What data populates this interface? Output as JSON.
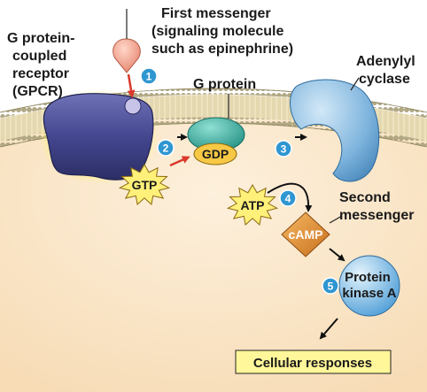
{
  "labels": {
    "first_messenger": [
      "First messenger",
      "(signaling molecule",
      "such as epinephrine)"
    ],
    "gpcr": [
      "G protein-",
      "coupled",
      "receptor",
      "(GPCR)"
    ],
    "g_protein": "G protein",
    "adenylyl_cyclase": [
      "Adenylyl",
      "cyclase"
    ],
    "gdp": "GDP",
    "gtp": "GTP",
    "atp": "ATP",
    "second_messenger": [
      "Second",
      "messenger"
    ],
    "camp": "cAMP",
    "protein_kinase_a": [
      "Protein",
      "kinase A"
    ],
    "cellular_responses": "Cellular responses"
  },
  "steps": [
    "1",
    "2",
    "3",
    "4",
    "5"
  ],
  "colors": {
    "cytoplasm": "#fbe6c8",
    "membrane_head": "#b9b08c",
    "membrane_tail": "#e7dcb6",
    "receptor": "#44478f",
    "receptor_glow": "#fff27a",
    "g_protein": "#3aa99c",
    "adenylyl_cyclase": "#6ea9d6",
    "camp_diamond": "#e59433",
    "pka": "#6db4e6",
    "nucleotide_fill": "#fff07a",
    "gdp_oval": "#f6c845",
    "step_badge": "#2f96d1",
    "red_arrow": "#d93a2b",
    "response_box": "#fff79a"
  }
}
